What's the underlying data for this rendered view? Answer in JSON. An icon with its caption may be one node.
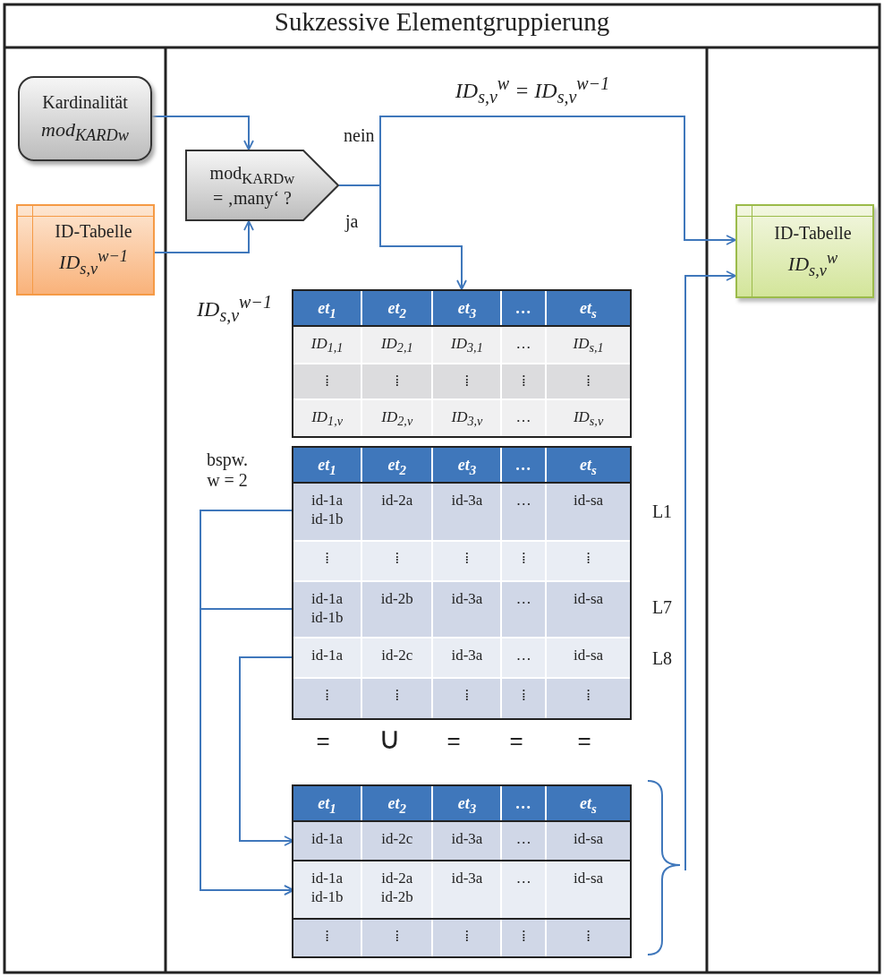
{
  "diagram": {
    "title": "Sukzessive Elementgruppierung",
    "nodes": [
      {
        "text": [
          "Kardinalität",
          "mod$_{KARD}$$_{w}$"
        ]
      },
      {
        "text": [
          "ID-Tabelle",
          "ID$_{s,v}$$^{w−1}$"
        ]
      },
      {
        "text": [
          "mod$_{KARD}$$_{w}$ = ‚many‘ ?"
        ]
      },
      {
        "text": [
          "ID-Tabelle",
          "ID$_{s,v}$$^{w}$"
        ]
      },
      {
        "text": [],
        "shape": "table",
        "beside": [
          "ID$_{s,v}$$^{w−1}$"
        ]
      },
      {
        "text": [
          "et$_{1}$",
          "et$_{2}$",
          "et$_{3}$",
          "…",
          "et$_{s}$"
        ],
        "in": 4
      },
      {
        "text": [
          "ID$_{1,1}$",
          "ID$_{2,1}$",
          "ID$_{3,1}$",
          "…",
          "ID$_{s,1}$"
        ],
        "in": 4
      },
      {
        "text": [
          "⁞",
          "⁞",
          "⁞",
          "⁞",
          "⁞"
        ],
        "in": 4
      },
      {
        "text": [
          "ID$_{1,v}$",
          "ID$_{2,v}$",
          "ID$_{3,v}$",
          "…",
          "ID$_{s,v}$"
        ],
        "in": 4
      },
      {
        "text": [],
        "shape": "table",
        "beside": [
          "bspw. w = 2"
        ]
      },
      {
        "text": [
          "et$_{1}$",
          "et$_{2}$",
          "et$_{3}$",
          "…",
          "et$_{s}$"
        ],
        "in": 9
      },
      {
        "text": [
          "id-1a id-1b",
          "id-2a",
          "id-3a",
          "…",
          "id-sa"
        ],
        "in": 9,
        "beside": [
          "L1"
        ]
      },
      {
        "text": [
          "⁞",
          "⁞",
          "⁞",
          "⁞",
          "⁞"
        ],
        "in": 9
      },
      {
        "text": [
          "id-1a id-1b",
          "id-2b",
          "id-3a",
          "…",
          "id-sa"
        ],
        "in": 9,
        "beside": [
          "L7"
        ]
      },
      {
        "text": [
          "id-1a",
          "id-2c",
          "id-3a",
          "…",
          "id-sa"
        ],
        "in": 9,
        "beside": [
          "L8"
        ]
      },
      {
        "text": [
          "⁞",
          "⁞",
          "⁞",
          "⁞",
          "⁞"
        ],
        "in": 9
      },
      {
        "text": [],
        "shape": "table"
      },
      {
        "text": [
          "et$_{1}$",
          "et$_{2}$",
          "et$_{3}$",
          "…",
          "et$_{s}$"
        ],
        "in": 16
      },
      {
        "text": [
          "id-1a",
          "id-2c",
          "id-3a",
          "…",
          "id-sa"
        ],
        "in": 16
      },
      {
        "text": [
          "id-1a id-1b",
          "id-2a id-2b",
          "id-3a",
          "…",
          "id-sa"
        ],
        "in": 16
      },
      {
        "text": [
          "⁞",
          "⁞",
          "⁞",
          "⁞",
          "⁞"
        ],
        "in": 16
      }
    ],
    "edges": [
      {
        "from": 0,
        "to": 2,
        "arrow": "to"
      },
      {
        "from": 1,
        "to": 2,
        "arrow": "to"
      },
      {
        "from": 2,
        "to": 3,
        "arrow": "to",
        "label": "nein"
      },
      {
        "from": 2,
        "to": 4,
        "arrow": "to",
        "label": "ja"
      },
      {
        "from": 11,
        "to": 19,
        "arrow": "to"
      },
      {
        "from": 13,
        "to": 19,
        "arrow": "to"
      },
      {
        "from": 14,
        "to": 18,
        "arrow": "to"
      },
      {
        "from": 16,
        "to": 3,
        "arrow": "to"
      }
    ],
    "labels": [
      "ID$_{s,v}$$^{w}$ = ID$_{s,v}$$^{w−1}$",
      "=",
      "∪",
      "=",
      "=",
      "="
    ]
  }
}
